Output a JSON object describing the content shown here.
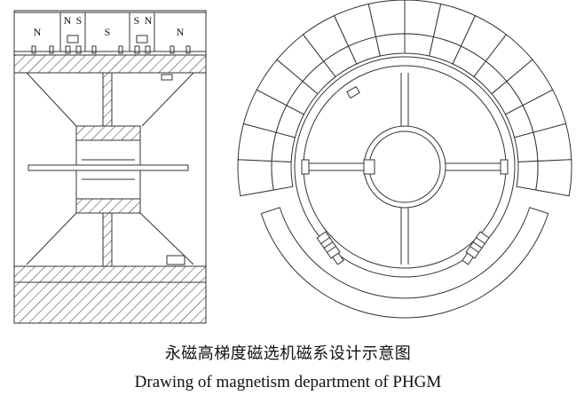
{
  "side_view": {
    "pole_labels": [
      "N",
      "N",
      "S",
      "S",
      "S",
      "N",
      "N"
    ]
  },
  "caption": {
    "chinese": "永磁高梯度磁选机磁系设计示意图",
    "english": "Drawing of magnetism department of PHGM"
  }
}
